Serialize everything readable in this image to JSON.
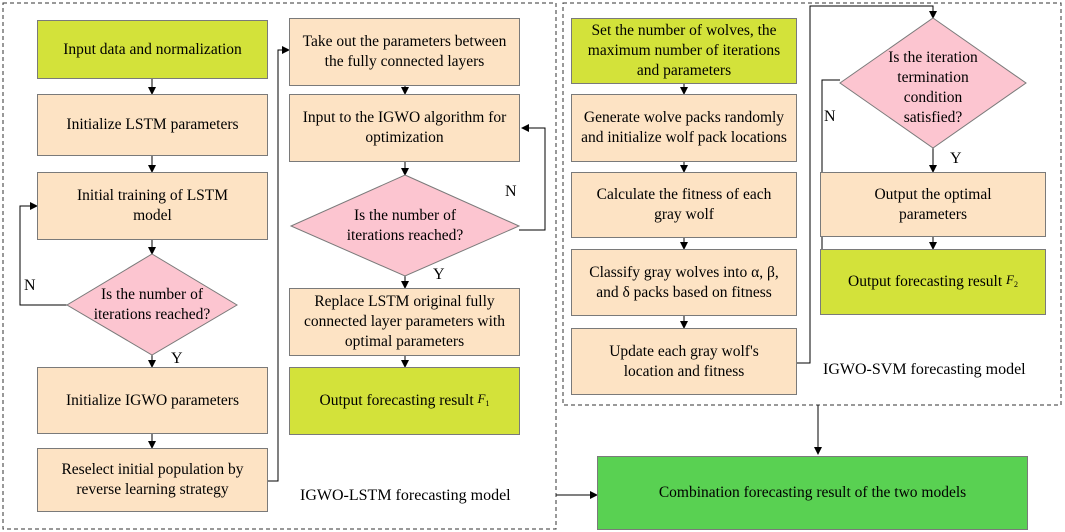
{
  "colors": {
    "peach": "#fde3c4",
    "green": "#d3e23a",
    "bright_green": "#59d152",
    "pink": "#fcc5d0"
  },
  "lstm": {
    "caption": "IGWO-LSTM forecasting model",
    "input": "Input data and normalization",
    "init_lstm": "Initialize LSTM parameters",
    "initial_training": "Initial training of LSTM model",
    "decision1": "Is the number of iterations reached?",
    "decision1_no": "N",
    "decision1_yes": "Y",
    "init_igwo": "Initialize IGWO parameters",
    "reselect": "Reselect initial population by reverse learning strategy",
    "take_out": "Take out the parameters between the fully connected layers",
    "input_igwo": "Input to the IGWO algorithm for optimization",
    "decision2": "Is the number of iterations reached?",
    "decision2_no": "N",
    "decision2_yes": "Y",
    "replace": "Replace LSTM original fully connected layer parameters with optimal parameters",
    "output": "Output forecasting result",
    "output_symbol": "F",
    "output_sub": "1"
  },
  "svm": {
    "caption": "IGWO-SVM forecasting model",
    "set_wolves": "Set the number of wolves, the maximum number of iterations and parameters",
    "generate": "Generate wolve packs randomly and initialize wolf pack locations",
    "fitness": "Calculate the fitness of each gray wolf",
    "classify": "Classify gray wolves into α, β, and δ packs based on fitness",
    "update": "Update each gray wolf's location and fitness",
    "decision": "Is the iteration termination condition satisfied?",
    "decision_no": "N",
    "decision_yes": "Y",
    "output_optimal": "Output the optimal parameters",
    "output": "Output forecasting result",
    "output_symbol": "F",
    "output_sub": "2"
  },
  "combination": "Combination forecasting result of the two models"
}
